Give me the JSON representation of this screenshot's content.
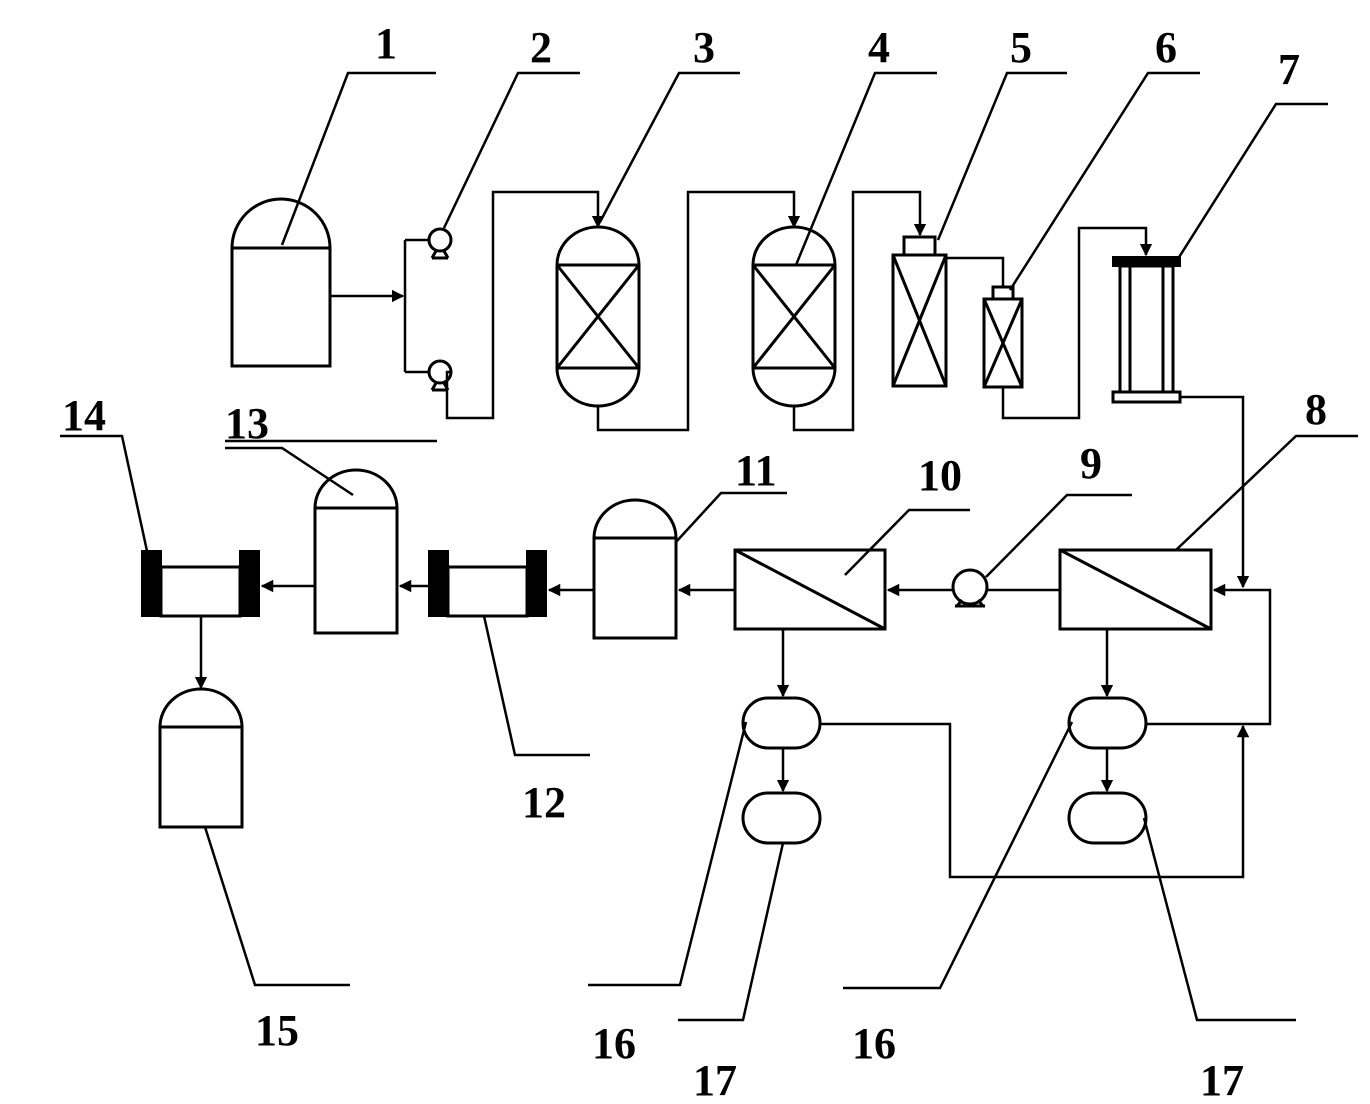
{
  "diagram": {
    "labels": [
      {
        "id": "label-1",
        "text": "1"
      },
      {
        "id": "label-2",
        "text": "2"
      },
      {
        "id": "label-3",
        "text": "3"
      },
      {
        "id": "label-4",
        "text": "4"
      },
      {
        "id": "label-5",
        "text": "5"
      },
      {
        "id": "label-6",
        "text": "6"
      },
      {
        "id": "label-7",
        "text": "7"
      },
      {
        "id": "label-8",
        "text": "8"
      },
      {
        "id": "label-9",
        "text": "9"
      },
      {
        "id": "label-10",
        "text": "10"
      },
      {
        "id": "label-11",
        "text": "11"
      },
      {
        "id": "label-12",
        "text": "12"
      },
      {
        "id": "label-13",
        "text": "13"
      },
      {
        "id": "label-14",
        "text": "14"
      },
      {
        "id": "label-15",
        "text": "15"
      },
      {
        "id": "label-16a",
        "text": "16"
      },
      {
        "id": "label-17a",
        "text": "17"
      },
      {
        "id": "label-16b",
        "text": "16"
      },
      {
        "id": "label-17b",
        "text": "17"
      }
    ]
  }
}
